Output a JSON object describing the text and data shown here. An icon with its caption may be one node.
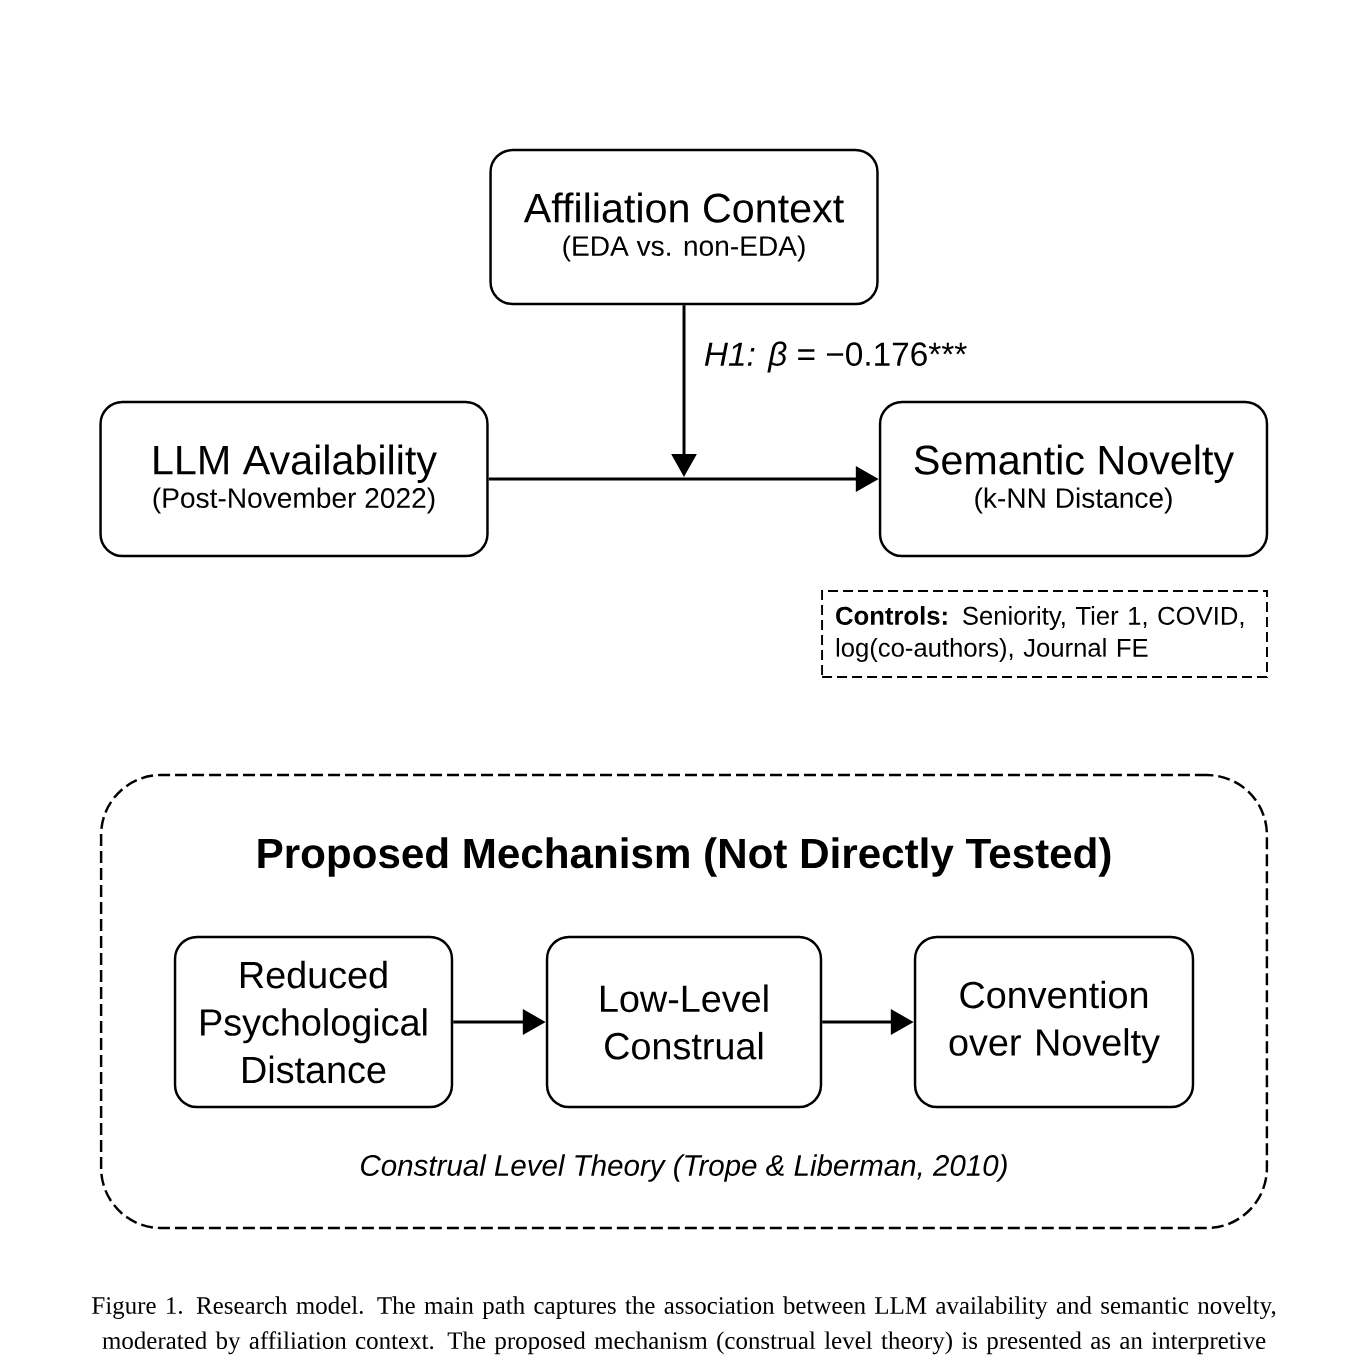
{
  "diagram": {
    "caption": "Figure 1. Research model. The main path captures the association between LLM availability and semantic novelty, moderated by affiliation context. The proposed mechanism (construal level theory) is presented as an interpretive",
    "nodes": [
      {
        "text": [
          "Affiliation Context",
          "(EDA vs. non-EDA)"
        ]
      },
      {
        "text": [
          "LLM Availability",
          "(Post-November 2022)"
        ]
      },
      {
        "text": [
          "Semantic Novelty",
          "(k-NN Distance)"
        ]
      },
      {
        "text": [
          "**Controls:** Seniority, Tier 1, COVID, log(co-authors), Journal FE"
        ]
      },
      {
        "text": [
          "Proposed Mechanism (Not Directly Tested)",
          "Construal Level Theory (Trope & Liberman, 2010)"
        ]
      },
      {
        "text": [
          "Reduced Psychological Distance"
        ],
        "in": 4
      },
      {
        "text": [
          "Low-Level Construal"
        ],
        "in": 4
      },
      {
        "text": [
          "Convention over Novelty"
        ],
        "in": 4
      }
    ],
    "edges": [
      {
        "from": 0,
        "to": null,
        "arrow": "to",
        "label": "*H1: β* = −0.176***"
      },
      {
        "from": 1,
        "to": 2,
        "arrow": "to"
      },
      {
        "from": 5,
        "to": 6,
        "arrow": "to"
      },
      {
        "from": 6,
        "to": 7,
        "arrow": "to"
      }
    ]
  }
}
